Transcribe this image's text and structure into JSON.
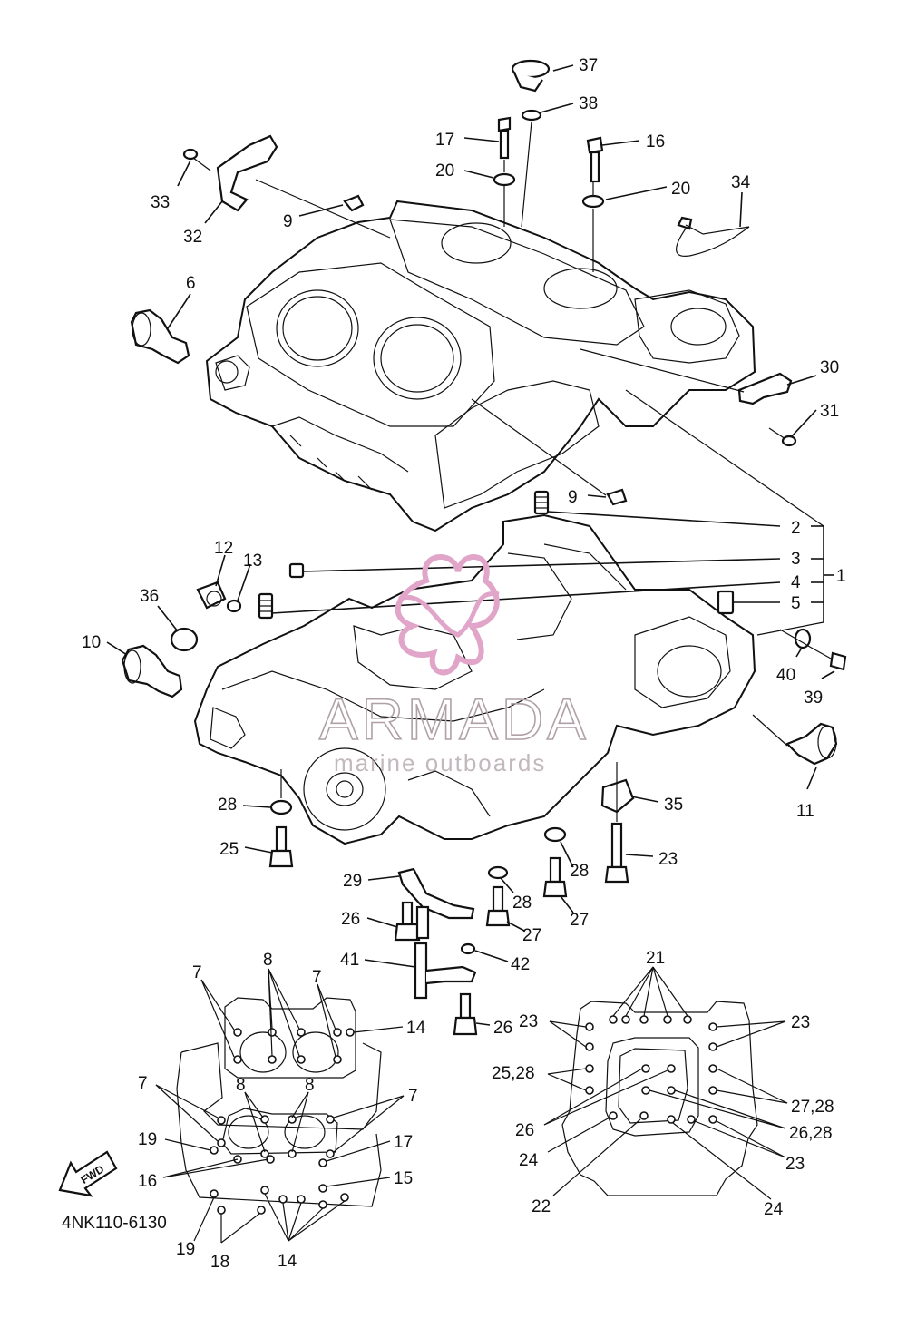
{
  "diagram": {
    "code": "4NK110-6130",
    "fwd_label": "FWD",
    "watermark": {
      "brand": "ARMADA",
      "tagline": "marine outboards"
    },
    "callouts": {
      "c1": "1",
      "c2": "2",
      "c3": "3",
      "c4": "4",
      "c5": "5",
      "c6": "6",
      "c9a": "9",
      "c9b": "9",
      "c10": "10",
      "c11": "11",
      "c12": "12",
      "c13": "13",
      "c16": "16",
      "c17": "17",
      "c20a": "20",
      "c20b": "20",
      "c23": "23",
      "c25": "25",
      "c26a": "26",
      "c26b": "26",
      "c27a": "27",
      "c27b": "27",
      "c28a": "28",
      "c28b": "28",
      "c28c": "28",
      "c29": "29",
      "c30": "30",
      "c31": "31",
      "c32": "32",
      "c33": "33",
      "c34": "34",
      "c35": "35",
      "c36": "36",
      "c37": "37",
      "c38": "38",
      "c39": "39",
      "c40": "40",
      "c41": "41",
      "c42": "42"
    },
    "left_map": {
      "l7a": "7",
      "l8a": "8",
      "l7b": "7",
      "l14a": "14",
      "l7c": "7",
      "l8b": "8",
      "l8c": "8",
      "l7d": "7",
      "l19a": "19",
      "l17": "17",
      "l16": "16",
      "l15": "15",
      "l19b": "19",
      "l18": "18",
      "l14b": "14"
    },
    "right_map": {
      "r21": "21",
      "r23a": "23",
      "r23b": "23",
      "r2528": "25,28",
      "r2728": "27,28",
      "r26": "26",
      "r2628": "26,28",
      "r24a": "24",
      "r23c": "23",
      "r22": "22",
      "r24b": "24"
    }
  }
}
